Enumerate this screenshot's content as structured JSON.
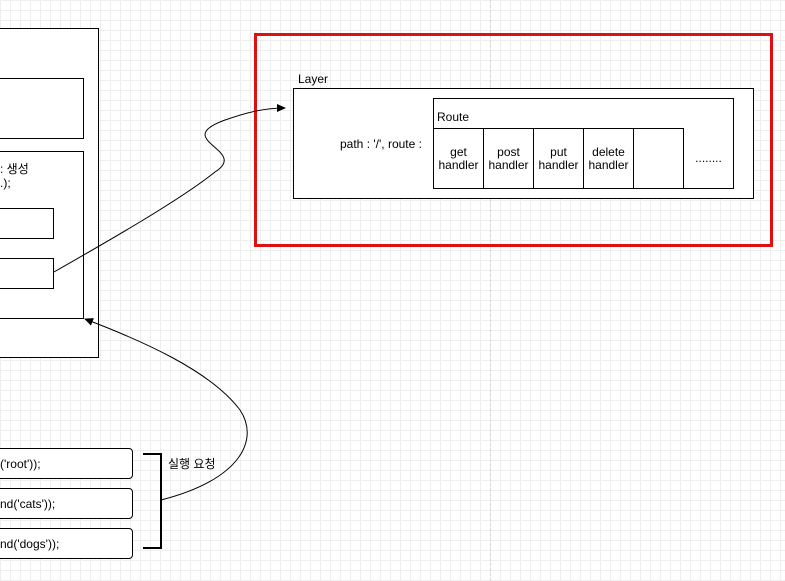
{
  "layer": {
    "title": "Layer",
    "path_label": "path : '/', route  :"
  },
  "route": {
    "title": "Route",
    "cells": [
      {
        "line1": "get",
        "line2": "handler"
      },
      {
        "line1": "post",
        "line2": "handler"
      },
      {
        "line1": "put",
        "line2": "handler"
      },
      {
        "line1": "delete",
        "line2": "handler"
      },
      {
        "line1": "",
        "line2": ""
      },
      {
        "line1": "........",
        "line2": ""
      }
    ]
  },
  "left_panel": {
    "partial_line1": ": 생성",
    "partial_line2": ".);"
  },
  "requests": {
    "items": [
      "('root'));",
      "nd('cats'));",
      "nd('dogs'));"
    ],
    "bracket_label": "실행 요청"
  },
  "colors": {
    "selection": "#e01010",
    "grid": "#eeeeee"
  }
}
